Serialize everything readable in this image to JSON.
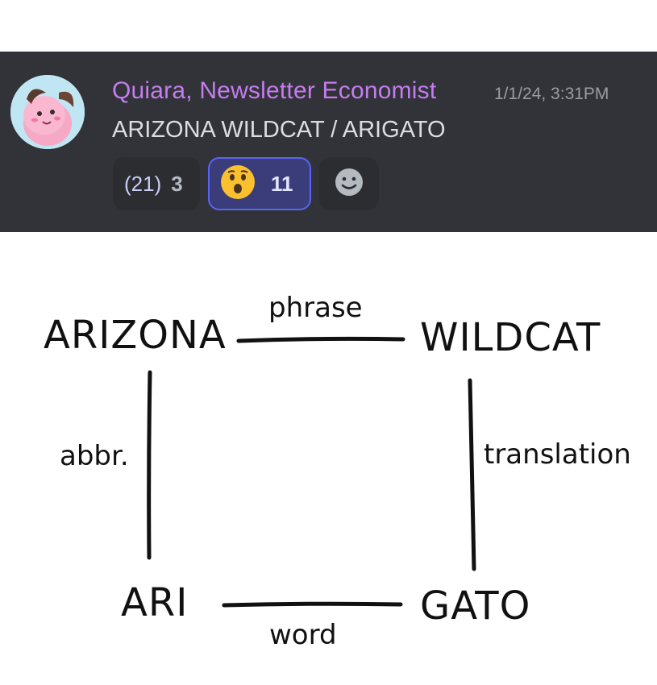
{
  "message": {
    "author": "Quiara, Newsletter Economist",
    "timestamp": "1/1/24, 3:31PM",
    "content": "ARIZONA WILDCAT / ARIGATO",
    "author_color": "#c57cf0",
    "background_color": "#313338",
    "reactions": [
      {
        "emoji": "(21)",
        "count": "3",
        "selected": false
      },
      {
        "emoji": "astonished-face",
        "count": "11",
        "selected": true
      },
      {
        "emoji": "add-reaction-smiley",
        "count": "",
        "selected": false
      }
    ]
  },
  "diagram": {
    "nodes": {
      "top_left": "ARIZONA",
      "top_right": "WILDCAT",
      "bottom_left": "ARI",
      "bottom_right": "GATO"
    },
    "edges": {
      "top": "phrase",
      "left": "abbr.",
      "right": "translation",
      "bottom": "word"
    }
  }
}
